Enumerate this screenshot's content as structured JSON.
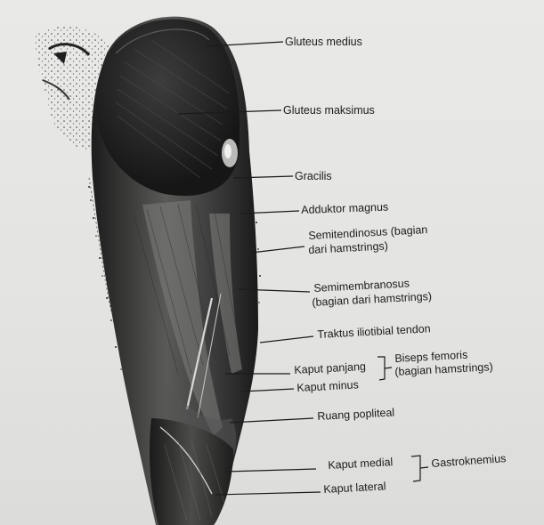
{
  "labels": {
    "gluteus_medius": "Gluteus medius",
    "gluteus_maksimus": "Gluteus maksimus",
    "gracilis": "Gracilis",
    "adduktor_magnus": "Adduktor magnus",
    "semitendinosus_line1": "Semitendinosus (bagian",
    "semitendinosus_line2": "dari hamstrings)",
    "semimembranosus_line1": "Semimembranosus",
    "semimembranosus_line2": "(bagian dari hamstrings)",
    "traktus": "Traktus iliotibial tendon",
    "kaput_panjang": "Kaput panjang",
    "kaput_minus": "Kaput minus",
    "biseps_line1": "Biseps femoris",
    "biseps_line2": "(bagian hamstrings)",
    "ruang_popliteal": "Ruang popliteal",
    "kaput_medial": "Kaput medial",
    "kaput_lateral": "Kaput lateral",
    "gastroknemius": "Gastroknemius"
  },
  "colors": {
    "paper": "#e7e7e5",
    "ink": "#1b1b1b"
  }
}
